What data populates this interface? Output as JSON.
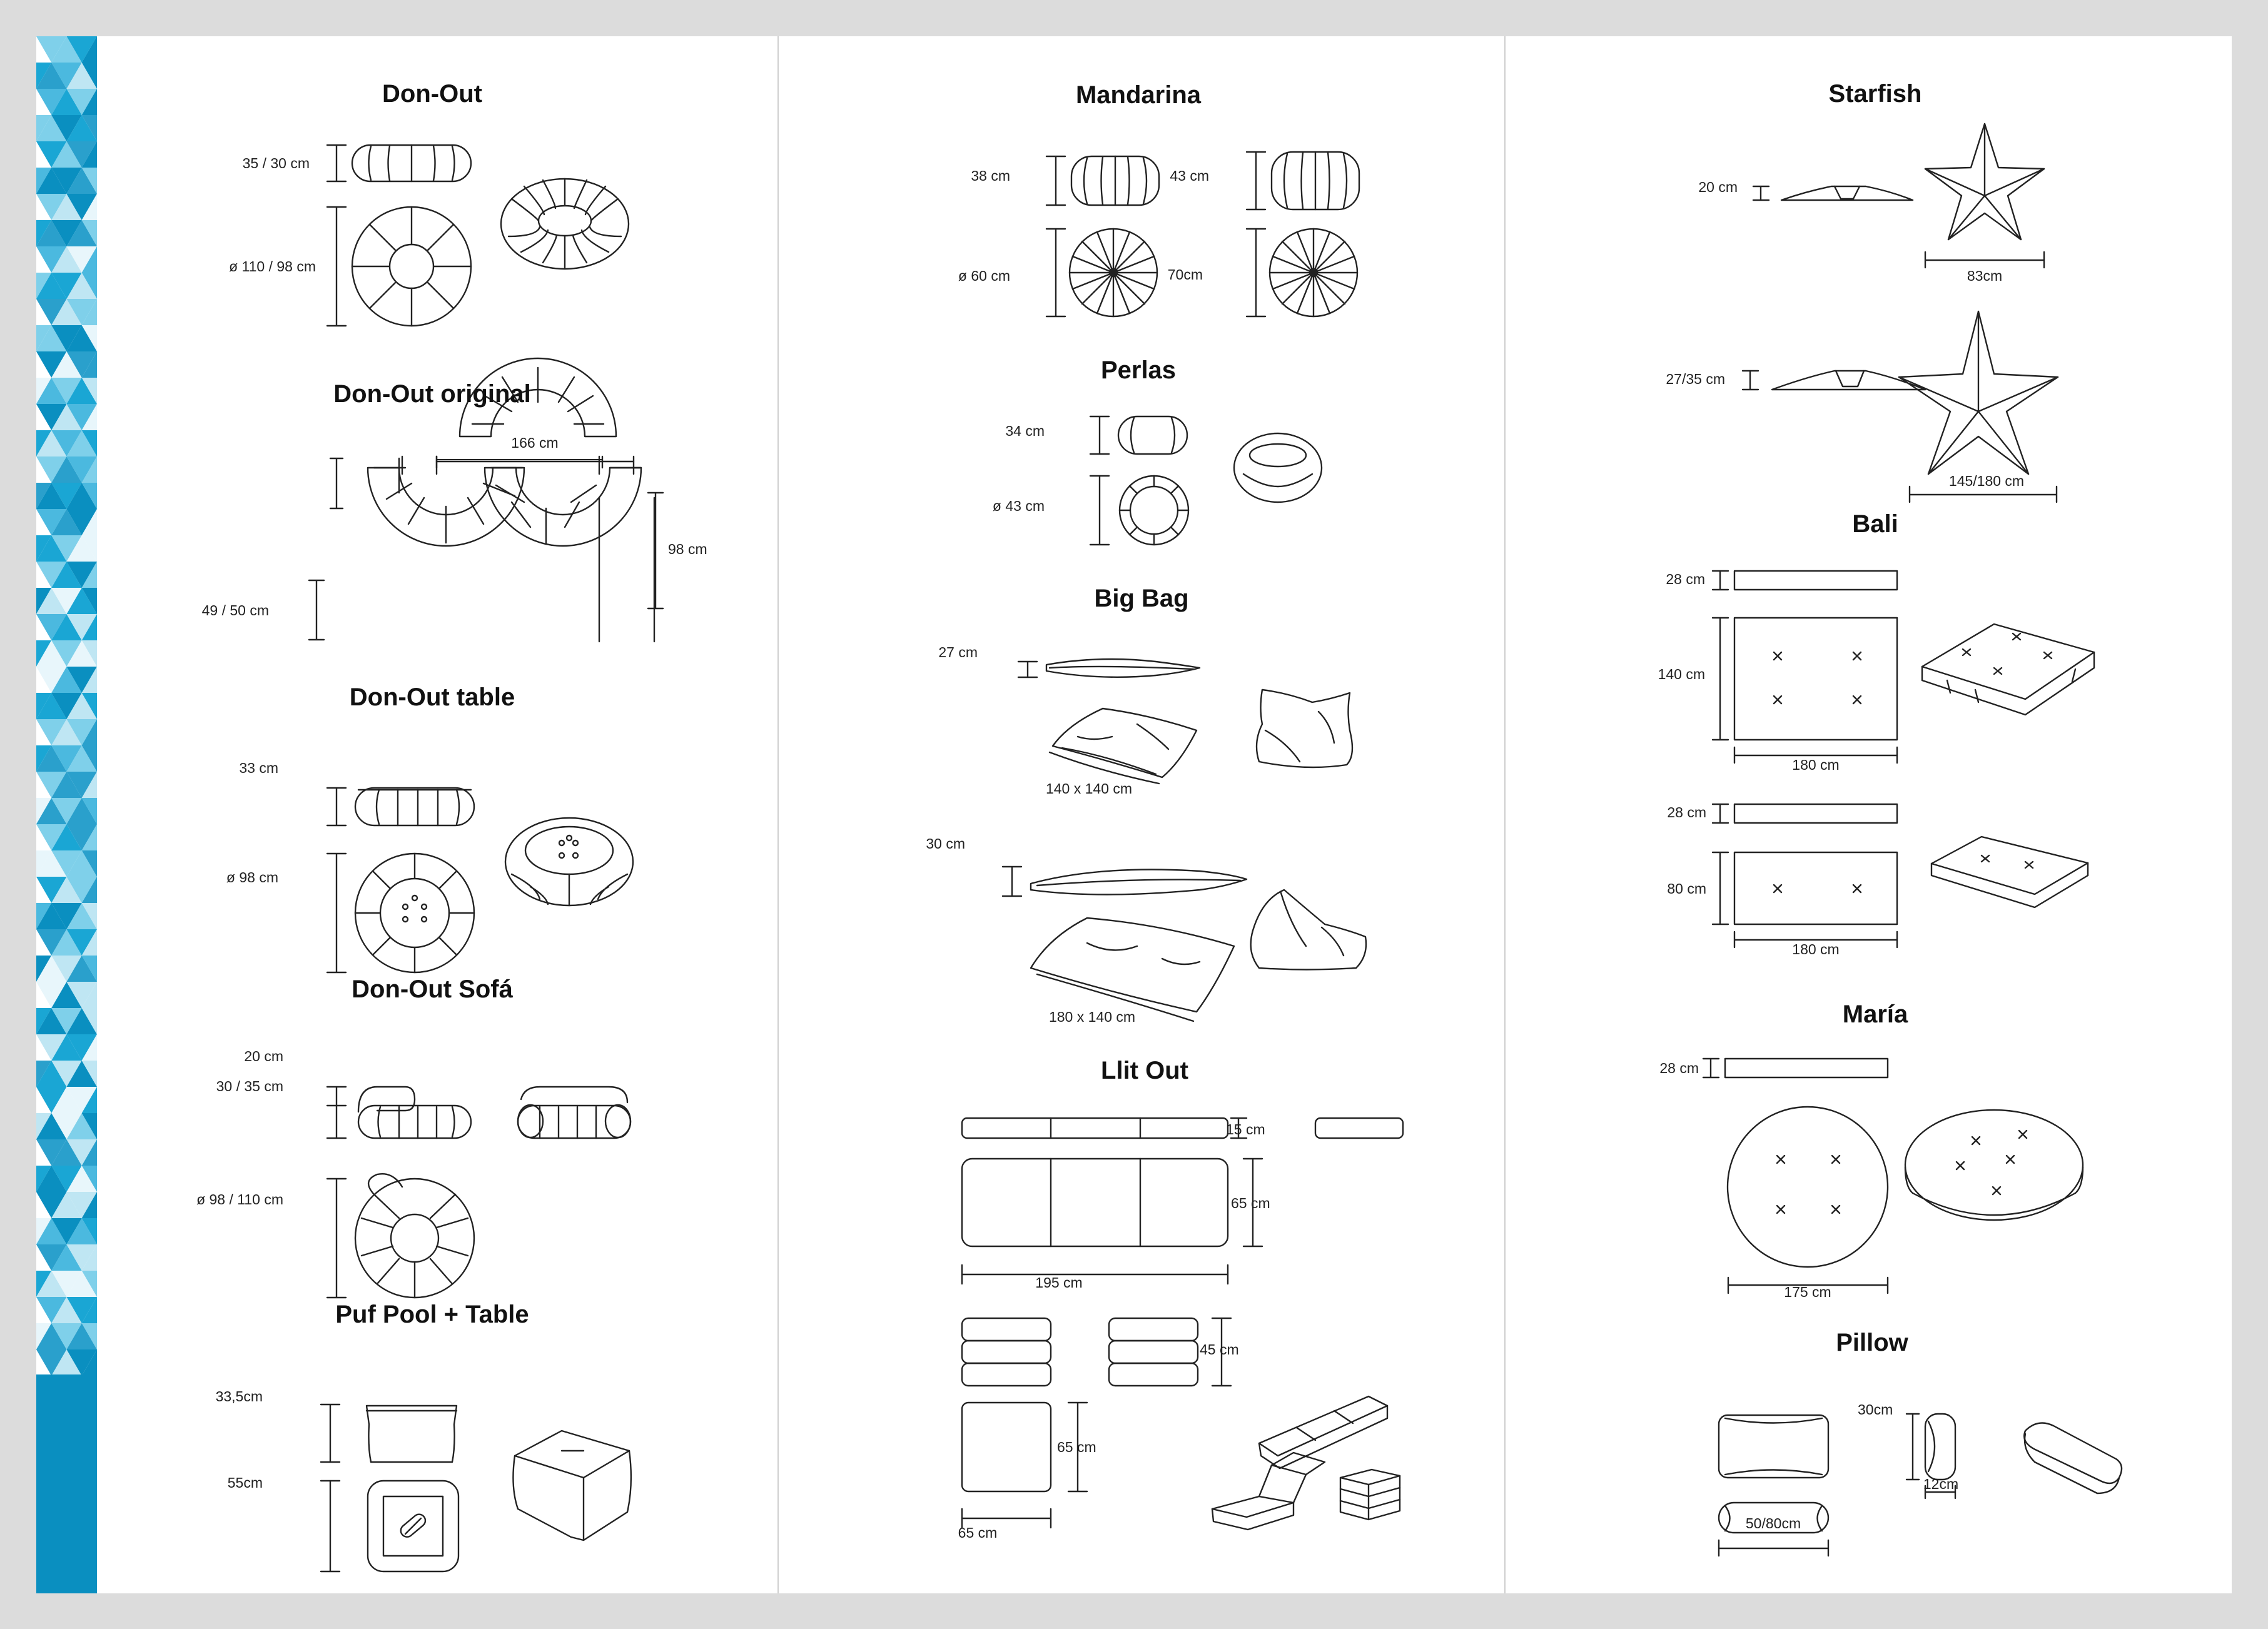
{
  "colors": {
    "accent": "#1aa6d4",
    "accent_dark": "#0a8fc0",
    "accent_light": "#bfe6f3",
    "line": "#222222",
    "background": "#ffffff",
    "margin": "#dcdcdc"
  },
  "products": {
    "don_out": {
      "title": "Don-Out",
      "height": "35 / 30 cm",
      "diameter": "ø 110 / 98 cm"
    },
    "don_out_original": {
      "title": "Don-Out original",
      "width": "166 cm",
      "depth": "98 cm",
      "height": "49 / 50 cm"
    },
    "don_out_table": {
      "title": "Don-Out table",
      "height": "33 cm",
      "diameter": "ø 98 cm"
    },
    "don_out_sofa": {
      "title": "Don-Out Sofá",
      "back": "20 cm",
      "seat": "30 / 35 cm",
      "diameter": "ø 98 / 110 cm"
    },
    "puf_pool": {
      "title": "Puf Pool + Table",
      "height": "33,5cm",
      "width": "55cm"
    },
    "mandarina": {
      "title": "Mandarina",
      "h1": "38 cm",
      "h2": "43 cm",
      "d1": "ø 60 cm",
      "d2": "70cm"
    },
    "perlas": {
      "title": "Perlas",
      "height": "34 cm",
      "diameter": "ø 43 cm"
    },
    "big_bag": {
      "title": "Big Bag",
      "h1": "27 cm",
      "s1": "140 x 140 cm",
      "h2": "30 cm",
      "s2": "180 x 140 cm"
    },
    "llit_out": {
      "title": "Llit Out",
      "thickness": "15 cm",
      "width": "65 cm",
      "length": "195 cm",
      "stack": "45 cm",
      "small_h": "65 cm",
      "small_w": "65 cm"
    },
    "starfish": {
      "title": "Starfish",
      "h1": "20 cm",
      "w1": "83cm",
      "h2": "27/35 cm",
      "w2": "145/180 cm"
    },
    "bali": {
      "title": "Bali",
      "h1": "28 cm",
      "d1": "140 cm",
      "w1": "180 cm",
      "h2": "28 cm",
      "d2": "80 cm",
      "w2": "180 cm"
    },
    "maria": {
      "title": "María",
      "height": "28 cm",
      "diameter": "175 cm"
    },
    "pillow": {
      "title": "Pillow",
      "height": "30cm",
      "depth": "12cm",
      "width": "50/80cm"
    }
  }
}
